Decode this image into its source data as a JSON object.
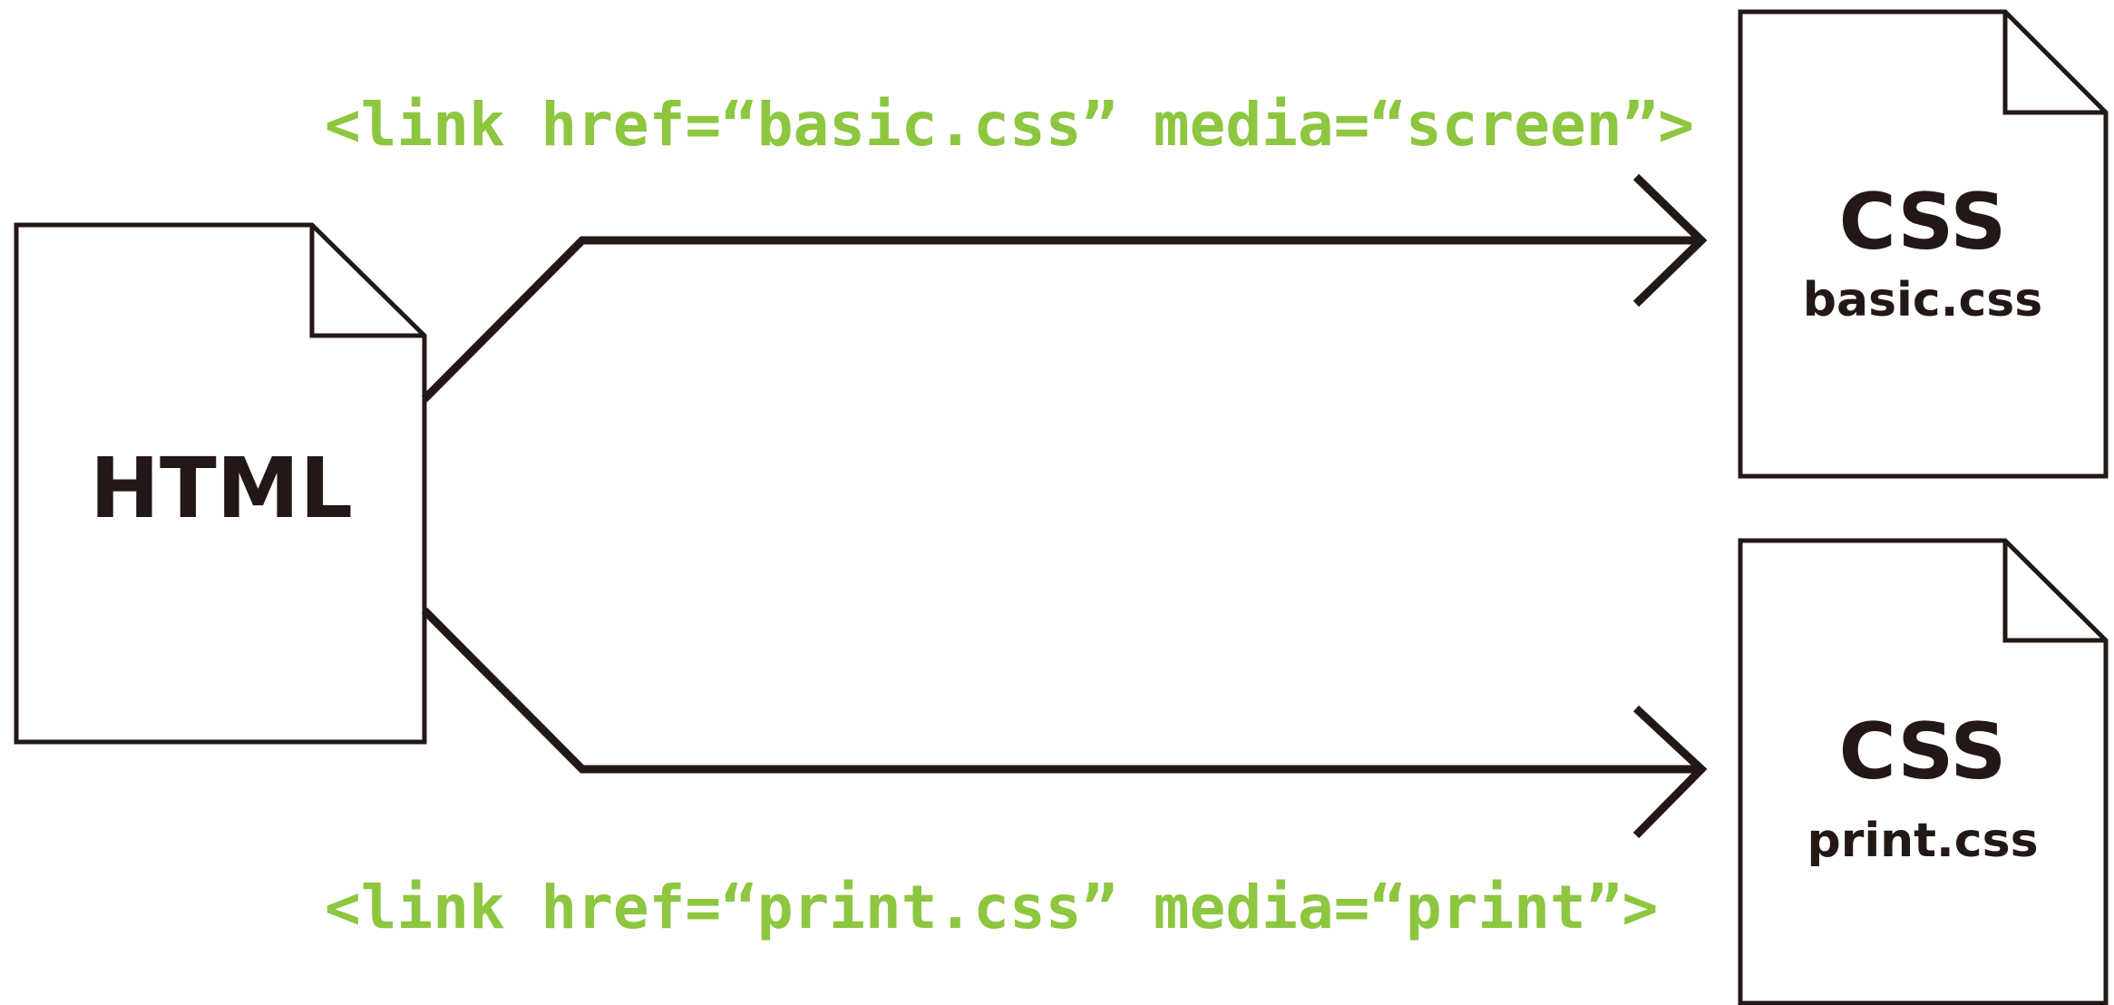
{
  "html_document": {
    "label": "HTML"
  },
  "links": [
    {
      "code": "<link href=“basic.css” media=“screen”>"
    },
    {
      "code": "<link href=“print.css” media=“print”>"
    }
  ],
  "css_documents": [
    {
      "label": "CSS",
      "filename": "basic.css"
    },
    {
      "label": "CSS",
      "filename": "print.css"
    }
  ],
  "colors": {
    "code_text": "#8dc63f",
    "outline": "#231815",
    "background": "#ffffff"
  }
}
